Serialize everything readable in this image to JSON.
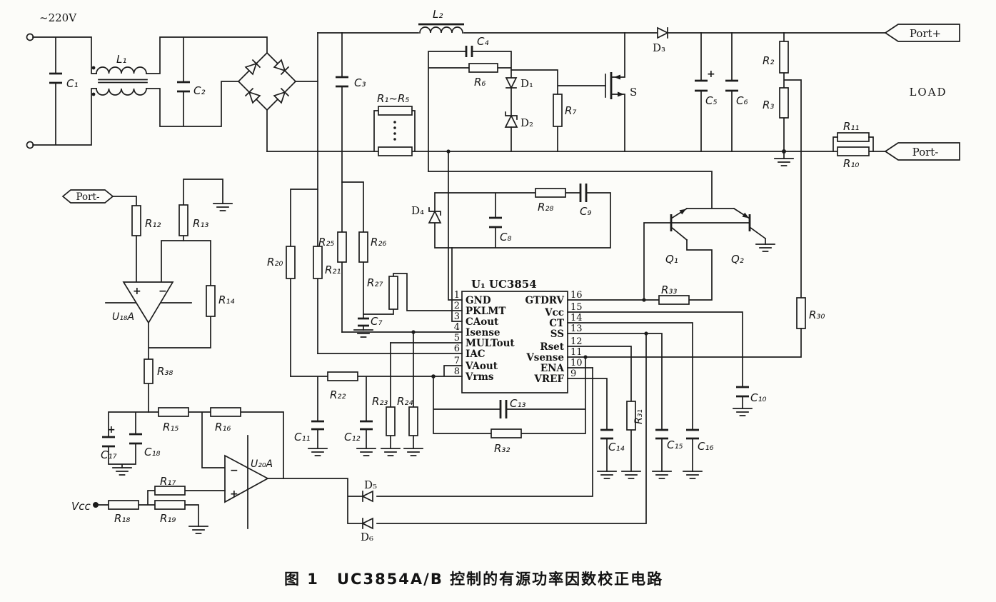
{
  "caption": {
    "fig": "图 1",
    "text": "UC3854A/B 控制的有源功率因数校正电路"
  },
  "ports": {
    "mains": "~220V",
    "port_plus": "Port+",
    "port_minus_right": "Port-",
    "port_minus_left": "Port-",
    "load": "LOAD",
    "vcc": "Vcc"
  },
  "signs": {
    "plus": "+",
    "minus": "−"
  },
  "ic": {
    "title": "U₁ UC3854",
    "left_pins": [
      {
        "num": "1",
        "name": "GND"
      },
      {
        "num": "2",
        "name": "PKLMT"
      },
      {
        "num": "3",
        "name": "CAout"
      },
      {
        "num": "4",
        "name": "Isense"
      },
      {
        "num": "5",
        "name": "MULTout"
      },
      {
        "num": "6",
        "name": "IAC"
      },
      {
        "num": "7",
        "name": "VAout"
      },
      {
        "num": "8",
        "name": "Vrms"
      }
    ],
    "right_pins": [
      {
        "num": "16",
        "name": "GTDRV"
      },
      {
        "num": "15",
        "name": "Vcc"
      },
      {
        "num": "14",
        "name": "CT"
      },
      {
        "num": "13",
        "name": "SS"
      },
      {
        "num": "12",
        "name": "Rset"
      },
      {
        "num": "11",
        "name": "Vsense"
      },
      {
        "num": "10",
        "name": "ENA"
      },
      {
        "num": "9",
        "name": "VREF"
      }
    ]
  },
  "components": {
    "C1": "C₁",
    "C2": "C₂",
    "C3": "C₃",
    "C4": "C₄",
    "C5": "C₅",
    "C6": "C₆",
    "C7": "C₇",
    "C8": "C₈",
    "C9": "C₉",
    "C10": "C₁₀",
    "C11": "C₁₁",
    "C12": "C₁₂",
    "C13": "C₁₃",
    "C14": "C₁₄",
    "C15": "C₁₅",
    "C16": "C₁₆",
    "C17": "C₁₇",
    "C18": "C₁₈",
    "L1": "L₁",
    "L2": "L₂",
    "R1_R5": "R₁~R₅",
    "R2": "R₂",
    "R3": "R₃",
    "R6": "R₆",
    "R7": "R₇",
    "R10": "R₁₀",
    "R11": "R₁₁",
    "R12": "R₁₂",
    "R13": "R₁₃",
    "R14": "R₁₄",
    "R15": "R₁₅",
    "R16": "R₁₆",
    "R17": "R₁₇",
    "R18": "R₁₈",
    "R19": "R₁₉",
    "R20": "R₂₀",
    "R21": "R₂₁",
    "R22": "R₂₂",
    "R23": "R₂₃",
    "R24": "R₂₄",
    "R25": "R₂₅",
    "R26": "R₂₆",
    "R27": "R₂₇",
    "R28": "R₂₈",
    "R30": "R₃₀",
    "R31": "R₃₁",
    "R32": "R₃₂",
    "R33": "R₃₃",
    "R38": "R₃₈",
    "D1": "D₁",
    "D2": "D₂",
    "D3": "D₃",
    "D4": "D₄",
    "D5": "D₅",
    "D6": "D₆",
    "Q1": "Q₁",
    "Q2": "Q₂",
    "S": "S",
    "U18A": "U₁₈A",
    "U20A": "U₂₀A"
  }
}
